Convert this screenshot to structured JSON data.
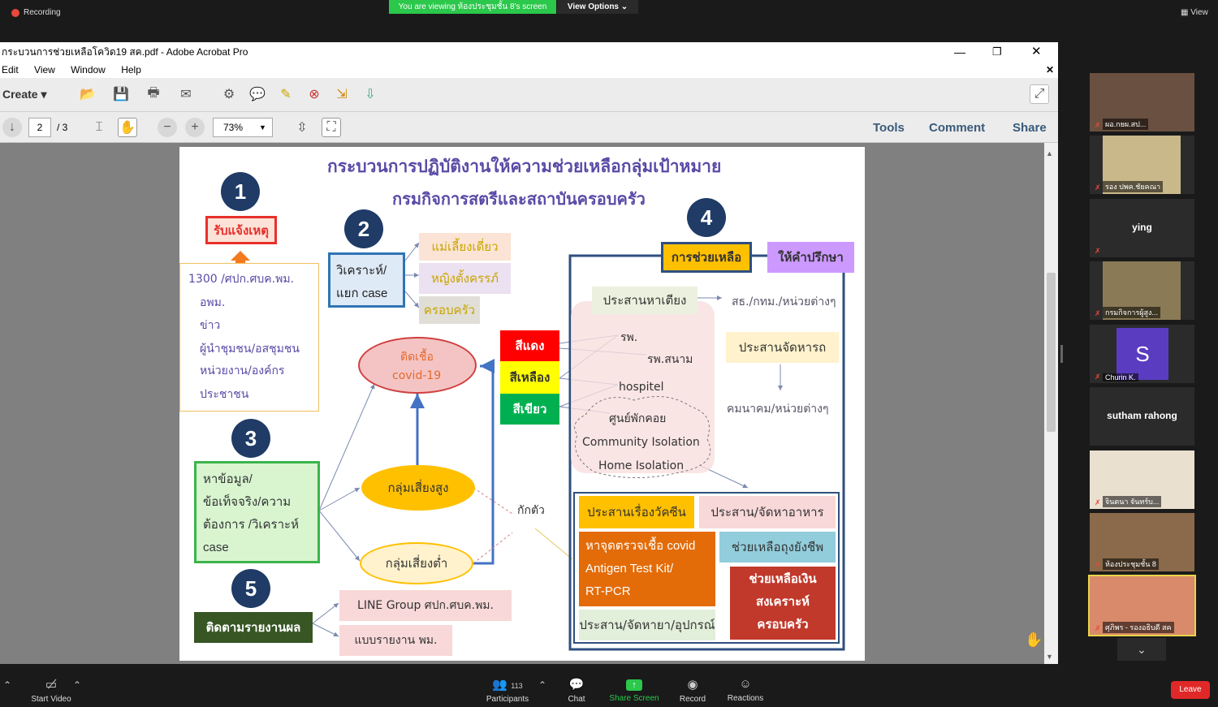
{
  "zoom": {
    "recording_label": "Recording",
    "viewing_banner": "You are viewing ห้องประชุมชั้น 8's screen",
    "view_options": "View Options",
    "view_label": "View",
    "bottom": {
      "start_video": "Start Video",
      "participants": "Participants",
      "participants_count": "113",
      "chat": "Chat",
      "share_screen": "Share Screen",
      "record": "Record",
      "reactions": "Reactions",
      "leave": "Leave"
    },
    "gallery": [
      {
        "name": "ผอ.กยผ.สป...",
        "kind": "video",
        "color": "#6a5040"
      },
      {
        "name": "รอง ปพค.ชัยคณา",
        "kind": "video",
        "color": "#c9b98a"
      },
      {
        "name": "ying",
        "kind": "text"
      },
      {
        "name": "กรมกิจการผู้สูง...",
        "kind": "video",
        "color": "#8a7a56"
      },
      {
        "name": "Churin K.",
        "kind": "avatar",
        "initial": "S"
      },
      {
        "name": "sutham rahong",
        "kind": "text"
      },
      {
        "name": "จินตนา จันทร์บ...",
        "kind": "video",
        "color": "#e9e0d0"
      },
      {
        "name": "ห้องประชุมชั้น 8",
        "kind": "video",
        "color": "#8a6a4a"
      },
      {
        "name": "ศุภิพร - รองอธิบดี สค",
        "kind": "video",
        "color": "#d88a6a"
      }
    ]
  },
  "acrobat": {
    "title": "กระบวนการช่วยเหลือโควิด19 สค.pdf - Adobe Acrobat Pro",
    "menu": [
      "Edit",
      "View",
      "Window",
      "Help"
    ],
    "create_label": "Create",
    "page_current": "2",
    "page_total": "/ 3",
    "zoom_value": "73%",
    "tools": "Tools",
    "comment": "Comment",
    "share": "Share"
  },
  "slide": {
    "title1": "กระบวนการปฏิบัติงานให้ความช่วยเหลือกลุ่มเป้าหมาย",
    "title2": "กรมกิจการสตรีและสถาบันครอบครัว",
    "n1": "1",
    "n2": "2",
    "n3": "3",
    "n4": "4",
    "n5": "5",
    "receive": "รับแจ้งเหตุ",
    "sources": [
      "1300 /ศปก.ศบค.พม.",
      "อพม.",
      "ข่าว",
      "ผู้นำชุมชน/อสชุมชน",
      "หน่วยงาน/องค์กร",
      "ประชาชน"
    ],
    "analyze": "วิเคราะห์/\nแยก case",
    "groups": [
      "แม่เลี้ยงเดี่ยว",
      "หญิงตั้งครรภ์",
      "ครอบครัว"
    ],
    "infected": "ติดเชื้อ",
    "covid": "covid-19",
    "high_risk": "กลุ่มเสี่ยงสูง",
    "low_risk": "กลุ่มเสี่ยงต่ำ",
    "quarantine": "กักตัว",
    "find_info": [
      "หาข้อมูล/",
      "ข้อเท็จจริง/ความ",
      "ต้องการ /วิเคราะห์",
      "case"
    ],
    "follow_up": "ติดตามรายงานผล",
    "line_group": "LINE Group ศปก.ศบค.พม.",
    "report_form": "แบบรายงาน พม.",
    "red": "สีแดง",
    "yellow": "สีเหลือง",
    "green": "สีเขียว",
    "help": "การช่วยเหลือ",
    "advise": "ให้คำปรึกษา",
    "coord_bed": "ประสานหาเตียง",
    "coord_bed_to": "สธ./กทม./หน่วยต่างๆ",
    "hospital": "รพ.",
    "field_hospital": "รพ.สนาม",
    "hospitel": "hospitel",
    "center": "ศูนย์พักคอย",
    "community": "Community Isolation",
    "home": "Home Isolation",
    "coord_transport": "ประสานจัดหารถ",
    "transport_to": "คมนาคม/หน่วยต่างๆ",
    "vaccine": "ประสานเรื่องวัคซีน",
    "food": "ประสาน/จัดหาอาหาร",
    "test_site": [
      "หาจุดตรวจเชื้อ covid",
      "Antigen Test Kit/",
      "RT-PCR"
    ],
    "survival_bag": "ช่วยเหลือถุงยังชีพ",
    "equipment": "ประสาน/จัดหายา/อุปกรณ์",
    "cash": [
      "ช่วยเหลือเงิน",
      "สงเคราะห์",
      "ครอบครัว"
    ]
  }
}
